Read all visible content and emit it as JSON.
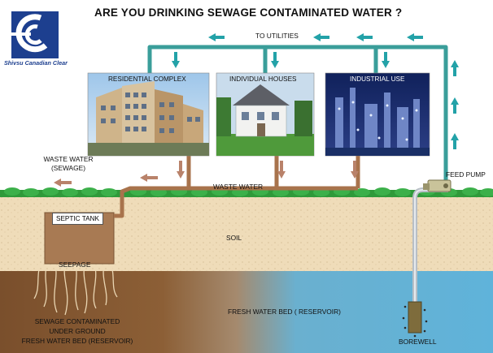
{
  "title": "ARE YOU DRINKING SEWAGE CONTAMINATED WATER ?",
  "logo": {
    "text": "Shivsu Canadian Clear",
    "color": "#1d3f8f"
  },
  "labels": {
    "to_utilities": "TO UTILITIES",
    "residential": "RESIDENTIAL COMPLEX",
    "individual": "INDIVIDUAL HOUSES",
    "industrial": "INDUSTRIAL USE",
    "waste_water_sewage_line1": "WASTE WATER",
    "waste_water_sewage_line2": "(SEWAGE)",
    "waste_water": "WASTE WATER",
    "feed_pump": "FEED PUMP",
    "septic_tank": "SEPTIC TANK",
    "soil": "SOIL",
    "seepage": "SEEPAGE",
    "fresh_water_bed": "FRESH WATER BED ( RESERVOIR)",
    "contaminated_line1": "SEWAGE CONTAMINATED",
    "contaminated_line2": "UNDER GROUND",
    "contaminated_line3": "FRESH WATER BED (RESERVOIR)",
    "borewell": "BOREWELL"
  },
  "colors": {
    "clean_pipe": "#3a9e9a",
    "arrow_teal": "#23a2a8",
    "sewage_pipe": "#a8734c",
    "arrow_brown": "#b9826a",
    "soil": "#efdcb9",
    "grass": "#2f9a3a",
    "fresh_water": "#6bb9d6",
    "contaminated": "#8a5a33"
  }
}
